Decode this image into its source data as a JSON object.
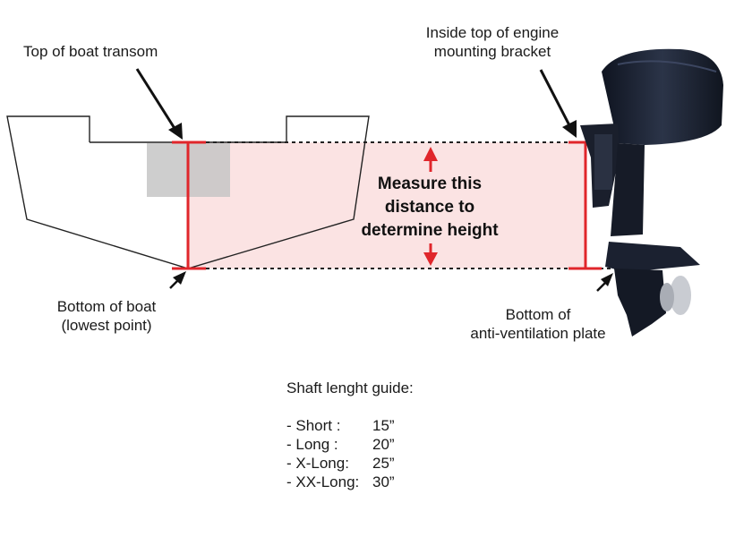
{
  "labels": {
    "top_transom": "Top of boat transom",
    "bottom_boat_line1": "Bottom of boat",
    "bottom_boat_line2": "(lowest point)",
    "engine_bracket_line1": "Inside top of engine",
    "engine_bracket_line2": "mounting bracket",
    "anti_vent_line1": "Bottom of",
    "anti_vent_line2": "anti-ventilation plate"
  },
  "measure": {
    "line1": "Measure this",
    "line2": "distance to",
    "line3": "determine height"
  },
  "guide": {
    "title": "Shaft lenght guide:",
    "items": [
      {
        "name": "- Short :",
        "value": "15”"
      },
      {
        "name": "- Long :",
        "value": "20”"
      },
      {
        "name": "- X-Long:",
        "value": "25”"
      },
      {
        "name": "- XX-Long:",
        "value": "30”"
      }
    ]
  },
  "colors": {
    "measure_red": "#e0262b",
    "zone_fill": "#fbe3e3",
    "transom_gray": "#c9c9c9",
    "engine_dark": "#1c2233"
  }
}
